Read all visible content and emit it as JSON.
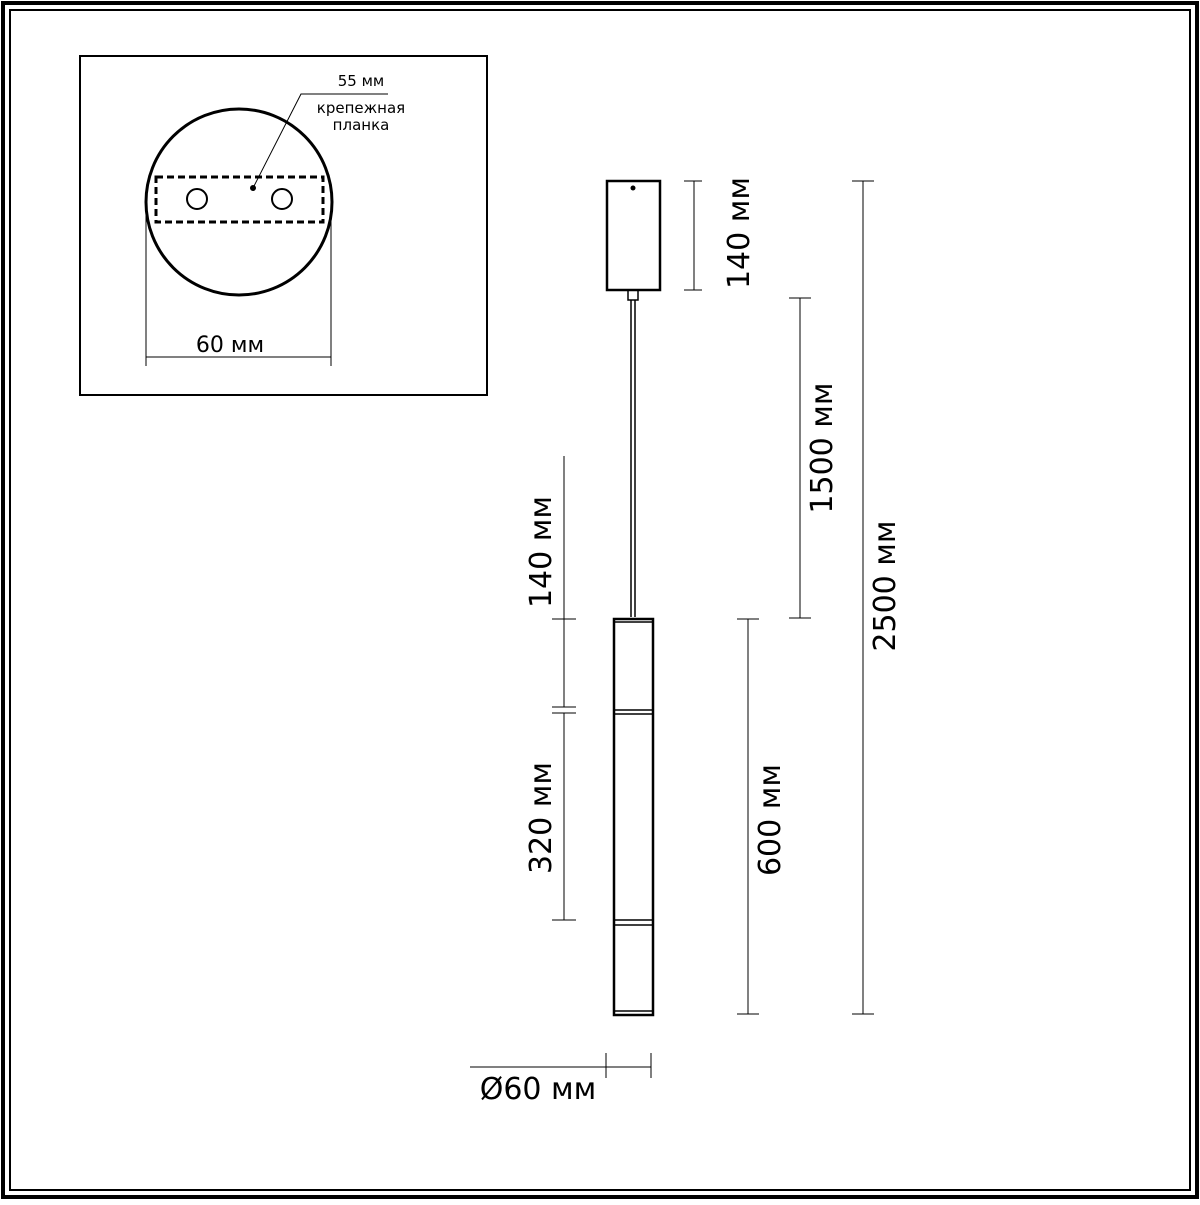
{
  "inset": {
    "plate_dim": "55 мм",
    "plate_label_line1": "крепежная",
    "plate_label_line2": "планка",
    "canopy_diameter": "60 мм"
  },
  "dimensions": {
    "canopy_height": "140 мм",
    "cable_length": "1500 мм",
    "total_height": "2500 мм",
    "top_segment": "140 мм",
    "middle_segment": "320 мм",
    "body_length": "600 мм",
    "body_diameter": "Ø60 мм"
  }
}
